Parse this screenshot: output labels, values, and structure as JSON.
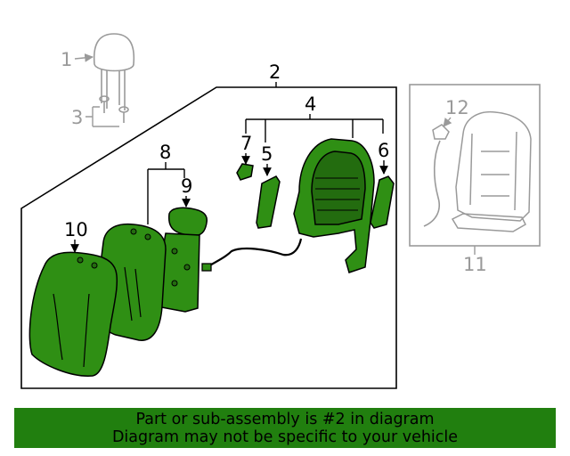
{
  "colors": {
    "highlight": "#217f0f",
    "highlight_fill": "#2f8f14",
    "outline": "#000000",
    "gray_parts": "#9a9a9a",
    "banner_bg": "#217f0f"
  },
  "callouts": {
    "c1": "1",
    "c2": "2",
    "c3": "3",
    "c4": "4",
    "c5": "5",
    "c6": "6",
    "c7": "7",
    "c8": "8",
    "c9": "9",
    "c10": "10",
    "c11": "11",
    "c12": "12"
  },
  "banner": {
    "line1": "Part or sub-assembly is #2 in diagram",
    "line2": "Diagram may not be specific to your vehicle"
  }
}
